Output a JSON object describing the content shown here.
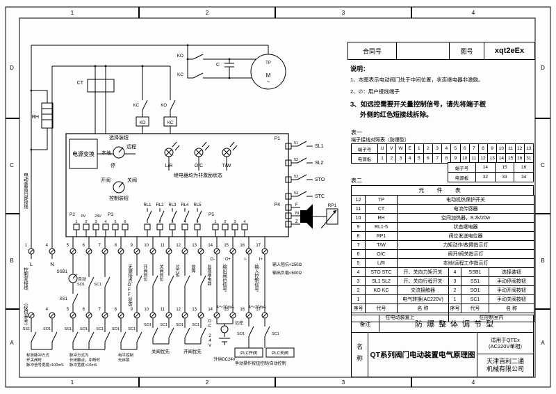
{
  "frame": {
    "cols": [
      "1",
      "2",
      "3",
      "4"
    ],
    "rows": [
      "D",
      "C",
      "B",
      "A"
    ]
  },
  "title_block": {
    "contract_label": "合同号",
    "contract_value": "",
    "drawing_no_label": "图号",
    "drawing_no": "xqt2eEx",
    "name_label": "名称",
    "drawing_title": "QT系列阀门电动装置电气原理图",
    "applicable1": "适用于QTEx",
    "applicable2": "(AC220V单相)",
    "company1": "天津百利二通",
    "company2": "机械有限公司",
    "remark_label": "备注",
    "remark": "防爆整体调节型"
  },
  "notes": {
    "title": "说明：",
    "item1": "1、本图表示电动阀门处于中间位置，状态继电器非激励。",
    "item2": "2、∅：用户接线端子",
    "item3a": "3、如远控需要开关量控制信号，请先将端子板",
    "item3b": "外侧的红色短接线拆除。"
  },
  "table1": {
    "tag": "表一",
    "title": "端子接线对照表（防爆型）",
    "row1_label": "端子号",
    "row2_label": "电源板",
    "row1": [
      "U",
      "V",
      "W",
      "E",
      "1",
      "2",
      "3",
      "4",
      "5",
      "6",
      "7",
      "8",
      "9",
      "10",
      "11",
      "12",
      "13"
    ],
    "row2": [
      "1",
      "2",
      "3",
      "4",
      "5",
      "6",
      "7",
      "8",
      "9",
      "10",
      "11",
      "12",
      "13",
      "14",
      "15",
      "16",
      "31"
    ],
    "ext_row1_label": "端子号",
    "ext_row2_label": "电源板",
    "ext_row1": [
      "14",
      "15",
      "16"
    ],
    "ext_row2": [
      "32",
      "33",
      "34"
    ]
  },
  "table2": {
    "tag": "表二",
    "title": "元 件 表",
    "full_rows": [
      {
        "no": "12",
        "code": "TP",
        "name": "电动机热保护开关"
      },
      {
        "no": "11",
        "code": "CT",
        "name": "电流传感器"
      },
      {
        "no": "10",
        "code": "RH",
        "name": "空间加热器，8.2k/20w"
      },
      {
        "no": "9",
        "code": "RL1-5",
        "name": "状态继电器"
      },
      {
        "no": "8",
        "code": "RP1",
        "name": "阀位发送电位器"
      },
      {
        "no": "7",
        "code": "T/W",
        "name": "力矩动作/故障指示灯"
      },
      {
        "no": "6",
        "code": "O/C",
        "name": "阀开/阀关指示灯"
      },
      {
        "no": "5",
        "code": "L/R",
        "name": "本地/远程工作指示灯"
      }
    ],
    "split_rows": [
      {
        "l_no": "4",
        "l_code": "STO STC",
        "l_name": "开、关向力矩开关",
        "r_no": "4",
        "r_code": "SSB1",
        "r_name": "选择装钮"
      },
      {
        "l_no": "3",
        "l_code": "SL1 SL2",
        "l_name": "开、关向行程开关",
        "r_no": "3",
        "r_code": "SS1",
        "r_name": "手动停阀按钮"
      },
      {
        "l_no": "2",
        "l_code": "KO KC",
        "l_name": "交流接触器",
        "r_no": "2",
        "r_code": "SO1",
        "r_name": "手动开阀按钮"
      },
      {
        "l_no": "1",
        "l_code": "",
        "l_name": "电气转换(AC220V)",
        "r_no": "1",
        "r_code": "SC1",
        "r_name": "手动关阀按钮"
      }
    ],
    "header": {
      "no": "序号",
      "code": "代号",
      "name": "名  称"
    },
    "footer_left": "在电动装置上",
    "footer_right": "在控制室内"
  },
  "schematic": {
    "m": "M",
    "tilde": "~",
    "tp": "TP",
    "cap": "C",
    "ko": "KO",
    "kc": "KC",
    "ct": "CT",
    "rh": "RH",
    "ilk1": "KC",
    "ilk2": "KO",
    "coil1": "KO",
    "coil2": "KC",
    "power_box": "电源变换",
    "sel_label": "选择装钮",
    "local": "本地",
    "remote": "远程",
    "stop": "停",
    "open": "开阀",
    "close": "关阀",
    "knob": "控制装钮",
    "relay_note": "继电器均为非激励状态",
    "lamps": [
      "L/R",
      "O/C",
      "T/W"
    ],
    "relays": [
      "RL1",
      "RL2",
      "RL3",
      "RL4",
      "RL5"
    ],
    "p1": "P1",
    "p2": "P2",
    "p3": "P3",
    "p4": "P4",
    "p5": "P5",
    "v0": "0V",
    "v24": "24V",
    "p2_terms": [
      "1",
      "2",
      "3",
      "4",
      "5",
      "6"
    ],
    "relay_terms": [
      "1",
      "2",
      "3",
      "4",
      "5"
    ],
    "p5_terms": [
      "1",
      "2",
      "3",
      "4"
    ],
    "limits": [
      {
        "num": "51",
        "label": "SL1"
      },
      {
        "num": "52",
        "label": "SL2"
      },
      {
        "num": "53",
        "label": "STO"
      },
      {
        "num": "54",
        "label": "STC"
      }
    ],
    "fmz": [
      "F",
      "M",
      "Z"
    ],
    "rp1": "RP1",
    "terminals_top": [
      "1",
      "4",
      "5",
      "6",
      "7",
      "8",
      "9",
      "10",
      "11",
      "12",
      "13",
      "14",
      "15",
      "16",
      "17"
    ],
    "terminals_bottom": [
      "1",
      "4",
      "5",
      "6",
      "7",
      "8",
      "9",
      "10",
      "11",
      "12",
      "13",
      "14",
      "15",
      "16",
      "17"
    ],
    "line_l": "L",
    "line_n": "N",
    "passive_note": "无源接点OFF状态",
    "status": [
      "开阀到位",
      "关阀到位",
      "过力矩",
      "故障",
      "监视继电器"
    ],
    "o_minus": "O-",
    "o_plus": "O+",
    "i_minus": "I-",
    "i_plus": "I+",
    "out_signal": "输出阀位信号",
    "in_signal": "输入控制信号",
    "ma1": "4～20mA",
    "ma2": "4～20mA",
    "in_imp": "输入阻抗<250Ω",
    "out_load": "输出负载<600Ω",
    "ssb1": "SSB1",
    "auto": "自动",
    "ss1": "SS1",
    "so1": "SO1",
    "sc1": "SC1",
    "c1a": "SS1",
    "c1b": "SO1",
    "c2a": "SS1",
    "c2b": "SO1",
    "c2c": "SC1",
    "c3a": "SO1",
    "c3b": "SC1",
    "c4a": "SO1",
    "c4b": "SC1",
    "close_first": "关阀优先",
    "c5a": "SO1",
    "c5b": "SC1",
    "open_first": "开阀优先",
    "c6a": "SO1",
    "c6b": "SC1",
    "dc24": "DC 24V",
    "ext_dc": "外供DC24V",
    "remote_ctl": "远控",
    "plc_open": "PLC开阀",
    "plc_close": "PLC关阀",
    "manual_note": "手动操作按钮控制/自动控制",
    "pulse1a": "标准脉冲方式",
    "pulse1b": "开关阀时",
    "pulse1c": "脉冲信号宽度>100mS",
    "pulse2a": "脉冲方式为",
    "pulse2b": "长闭触点，中断时",
    "pulse2c": "脉冲宽度>10mS",
    "level1": "电平控制",
    "level2": "无自锁",
    "left_top": "电动装置内部接线",
    "left_mid": "控制室接线",
    "left_bottom": "（仅供参考）"
  }
}
